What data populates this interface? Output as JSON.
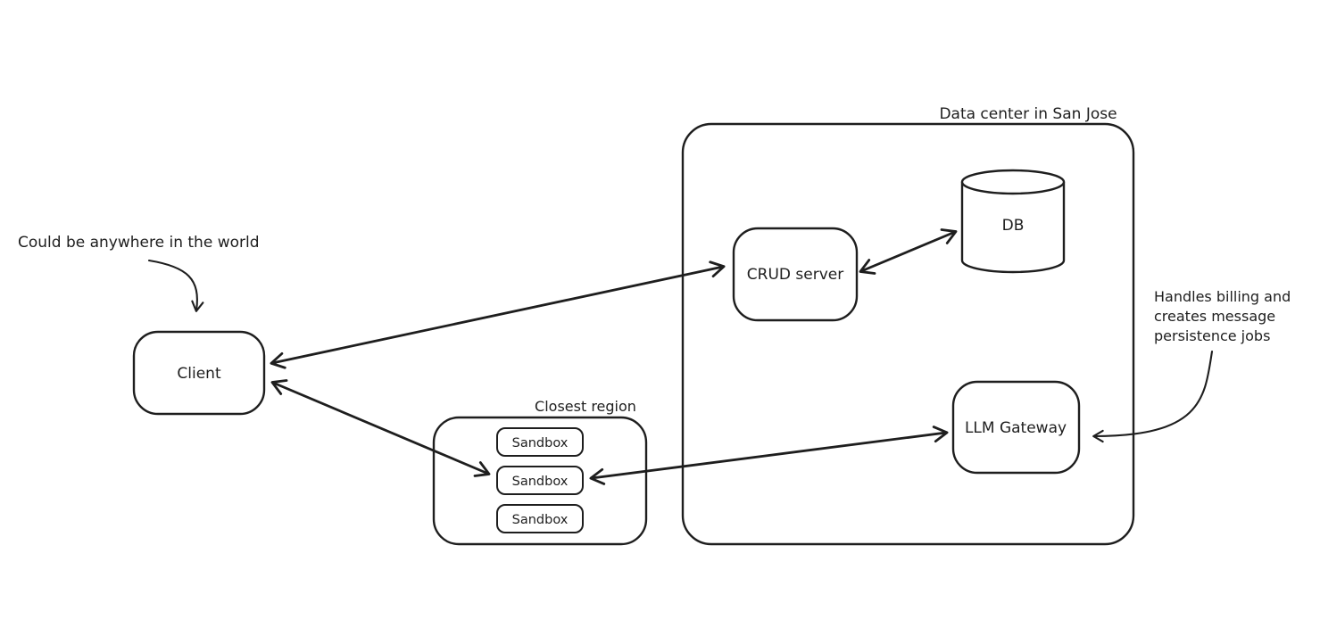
{
  "canvas": {
    "background": "#ffffff",
    "stroke_color": "#1e1e1e"
  },
  "containers": {
    "data_center": {
      "label": "Data center in San Jose"
    },
    "closest_region": {
      "label": "Closest region"
    }
  },
  "nodes": {
    "client": {
      "label": "Client"
    },
    "crud_server": {
      "label": "CRUD server"
    },
    "db": {
      "label": "DB"
    },
    "llm_gateway": {
      "label": "LLM Gateway"
    },
    "sandboxes": [
      {
        "label": "Sandbox"
      },
      {
        "label": "Sandbox"
      },
      {
        "label": "Sandbox"
      }
    ]
  },
  "annotations": {
    "client_note": {
      "text": "Could be anywhere in the world"
    },
    "gateway_note": {
      "lines": [
        "Handles billing and",
        "creates message",
        "persistence jobs"
      ]
    }
  }
}
